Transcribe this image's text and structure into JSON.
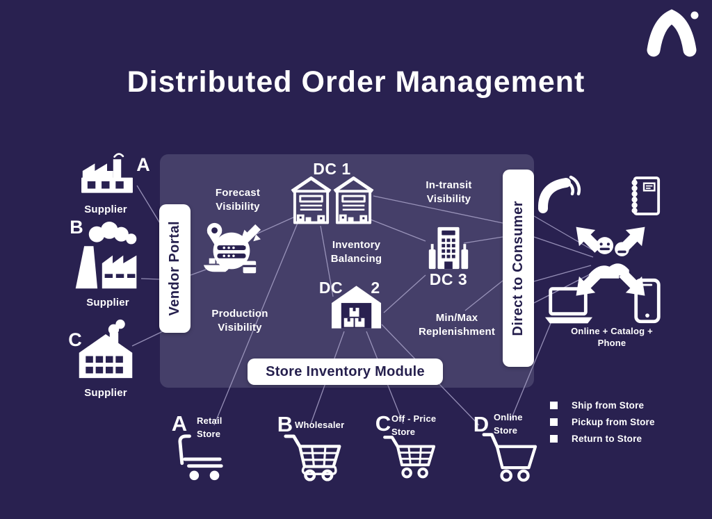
{
  "title": "Distributed Order Management",
  "left": {
    "suppliers": [
      {
        "letter": "A",
        "label": "Supplier"
      },
      {
        "letter": "B",
        "label": "Supplier"
      },
      {
        "letter": "C",
        "label": "Supplier"
      }
    ],
    "vendor_portal_label": "Vendor Portal"
  },
  "center": {
    "dc1_label": "DC 1",
    "dc2_prefix": "DC",
    "dc2_number": "2",
    "dc3_label": "DC 3",
    "forecast_line1": "Forecast",
    "forecast_line2": "Visibility",
    "intransit_line1": "In-transit",
    "intransit_line2": "Visibility",
    "inventory_line1": "Inventory",
    "inventory_line2": "Balancing",
    "production_line1": "Production",
    "production_line2": "Visibility",
    "minmax_line1": "Min/Max",
    "minmax_line2": "Replenishment",
    "store_inventory_module": "Store Inventory Module"
  },
  "right": {
    "direct_to_consumer_label": "Direct to Consumer",
    "caption_line1": "Online + Catalog +",
    "caption_line2": "Phone",
    "legend": [
      {
        "label": "Ship from Store"
      },
      {
        "label": "Pickup from Store"
      },
      {
        "label": "Return to Store"
      }
    ]
  },
  "channels": [
    {
      "letter": "A",
      "line1": "Retail",
      "line2": "Store"
    },
    {
      "letter": "B",
      "line1": "Wholesaler",
      "line2": ""
    },
    {
      "letter": "C",
      "line1": "Off - Price",
      "line2": "Store"
    },
    {
      "letter": "D",
      "line1": "Online",
      "line2": "Store"
    }
  ],
  "colors": {
    "background": "#292150",
    "panel": "#453f69",
    "connector": "#a8a2c8",
    "white": "#ffffff",
    "dark_text": "#251f4d"
  }
}
